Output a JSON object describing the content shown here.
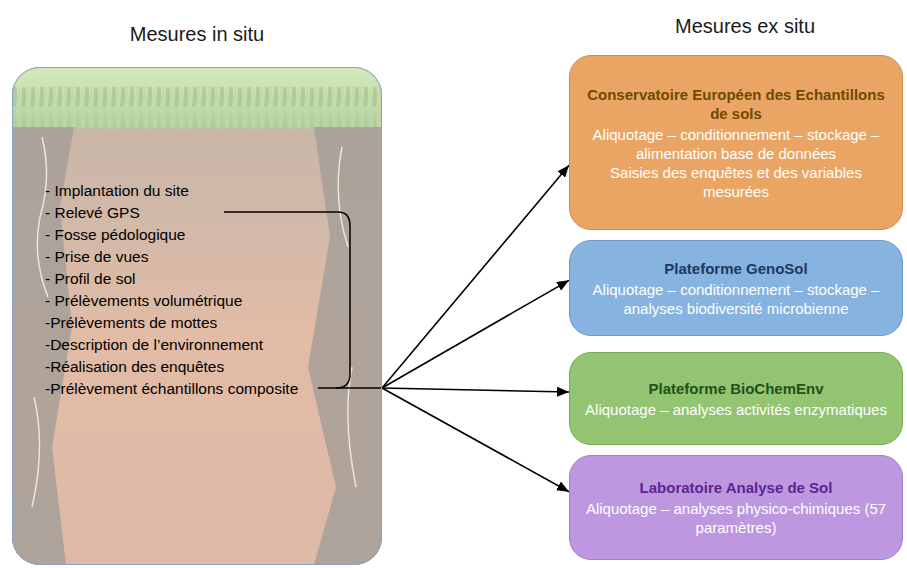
{
  "diagram": {
    "nodes": [
      {
        "text": [
          "Mesures in situ",
          "- Implantation du site",
          "- Relevé GPS",
          "- Fosse pédologique",
          "- Prise de vues",
          "- Profil de sol",
          "- Prélèvements volumétrique",
          "-Prélèvements de mottes",
          "-Description de l’environnement",
          "-Réalisation des enquêtes",
          "-Prélèvement échantillons composite"
        ]
      },
      {
        "text": [
          "Conservatoire Européen des Echantillons de sols",
          "Aliquotage – conditionnement – stockage – alimentation base de données",
          "Saisies des enquêtes et des variables mesurées"
        ]
      },
      {
        "text": [
          "Plateforme GenoSol",
          "Aliquotage – conditionnement – stockage – analyses biodiversité microbienne"
        ]
      },
      {
        "text": [
          "Plateforme BioChemEnv",
          "Aliquotage – analyses activités enzymatiques"
        ]
      },
      {
        "text": [
          "Laboratoire Analyse de Sol",
          "Aliquotage – analyses physico-chimiques (57 paramètres)"
        ]
      }
    ],
    "edges": [
      {
        "from": 0,
        "to": 1,
        "arrow": "to"
      },
      {
        "from": 0,
        "to": 2,
        "arrow": "to"
      },
      {
        "from": 0,
        "to": 3,
        "arrow": "to"
      },
      {
        "from": 0,
        "to": 4,
        "arrow": "to"
      }
    ],
    "labels": [
      "Mesures ex situ"
    ]
  }
}
